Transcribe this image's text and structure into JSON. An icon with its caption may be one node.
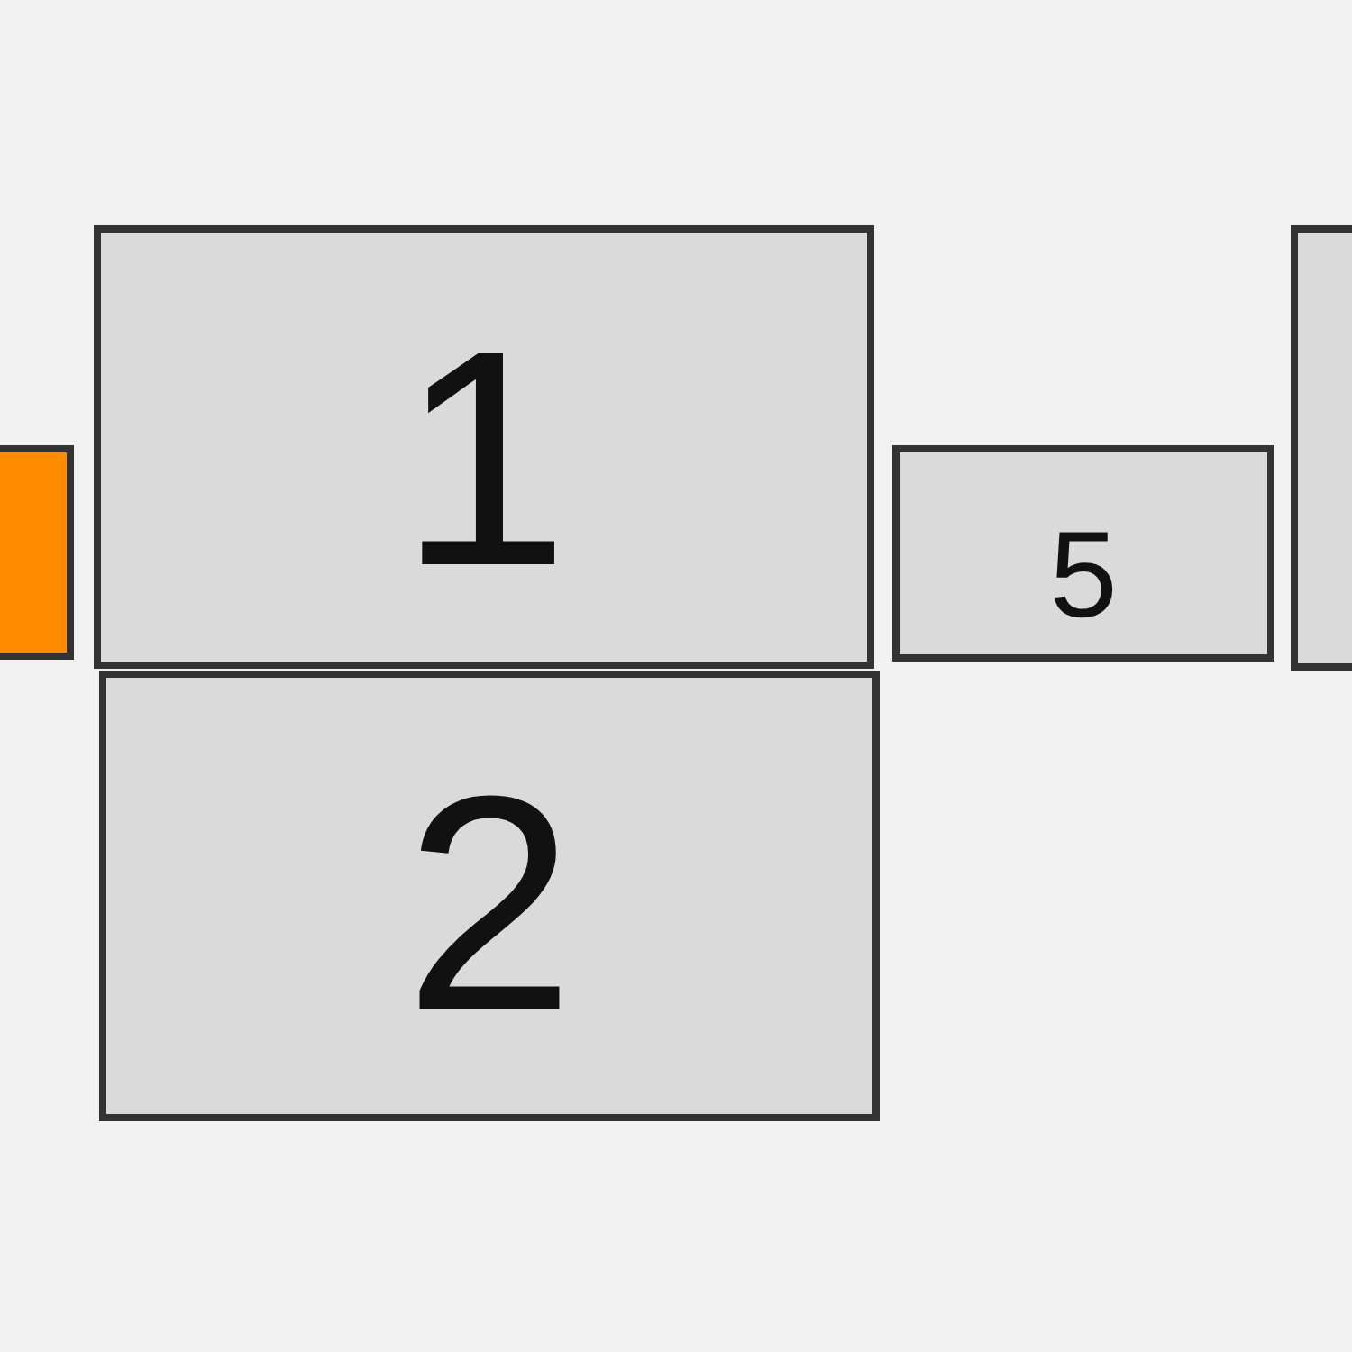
{
  "diagram": {
    "nodes": [
      {
        "text": [],
        "shape": "box"
      },
      {
        "text": [
          "1"
        ]
      },
      {
        "text": [
          "2"
        ]
      },
      {
        "text": [
          "5"
        ]
      },
      {
        "text": [],
        "shape": "box"
      }
    ]
  }
}
